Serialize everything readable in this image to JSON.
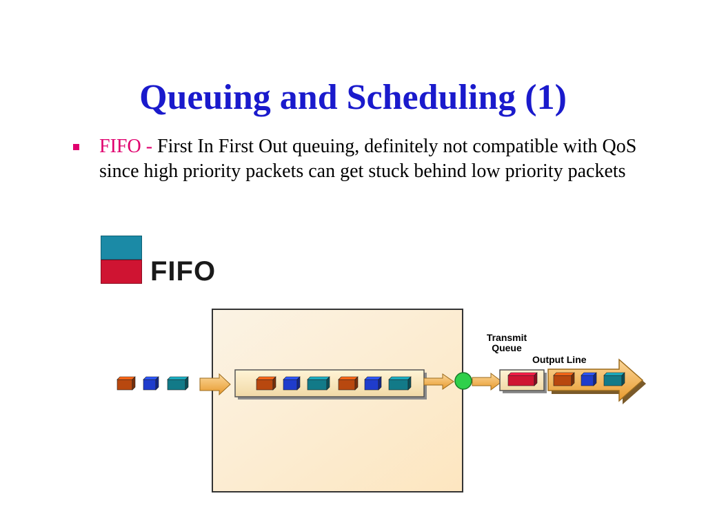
{
  "title": "Queuing and Scheduling (1)",
  "bullet": {
    "term": "FIFO - ",
    "text": "First In First Out queuing, definitely not compatible with QoS since high priority packets can get stuck behind low priority packets"
  },
  "diagram": {
    "legend_label": "FIFO",
    "transmit_queue_label_line1": "Transmit",
    "transmit_queue_label_line2": "Queue",
    "output_line_label": "Output Line",
    "colors": {
      "orange_packet": "#b8480f",
      "blue_packet": "#1f3ccc",
      "teal_packet": "#127a88",
      "red_packet": "#cf1432",
      "queue_box_fill": "#fdf1d8",
      "arrow_fill": "#f4b354",
      "scheduler_green": "#2fd04b"
    },
    "incoming_packets": [
      "orange",
      "blue",
      "teal"
    ],
    "queued_packets": [
      "orange",
      "blue",
      "teal",
      "orange",
      "blue",
      "teal"
    ],
    "transmit_packets": [
      "red"
    ],
    "output_packets": [
      "orange",
      "blue",
      "teal"
    ]
  }
}
